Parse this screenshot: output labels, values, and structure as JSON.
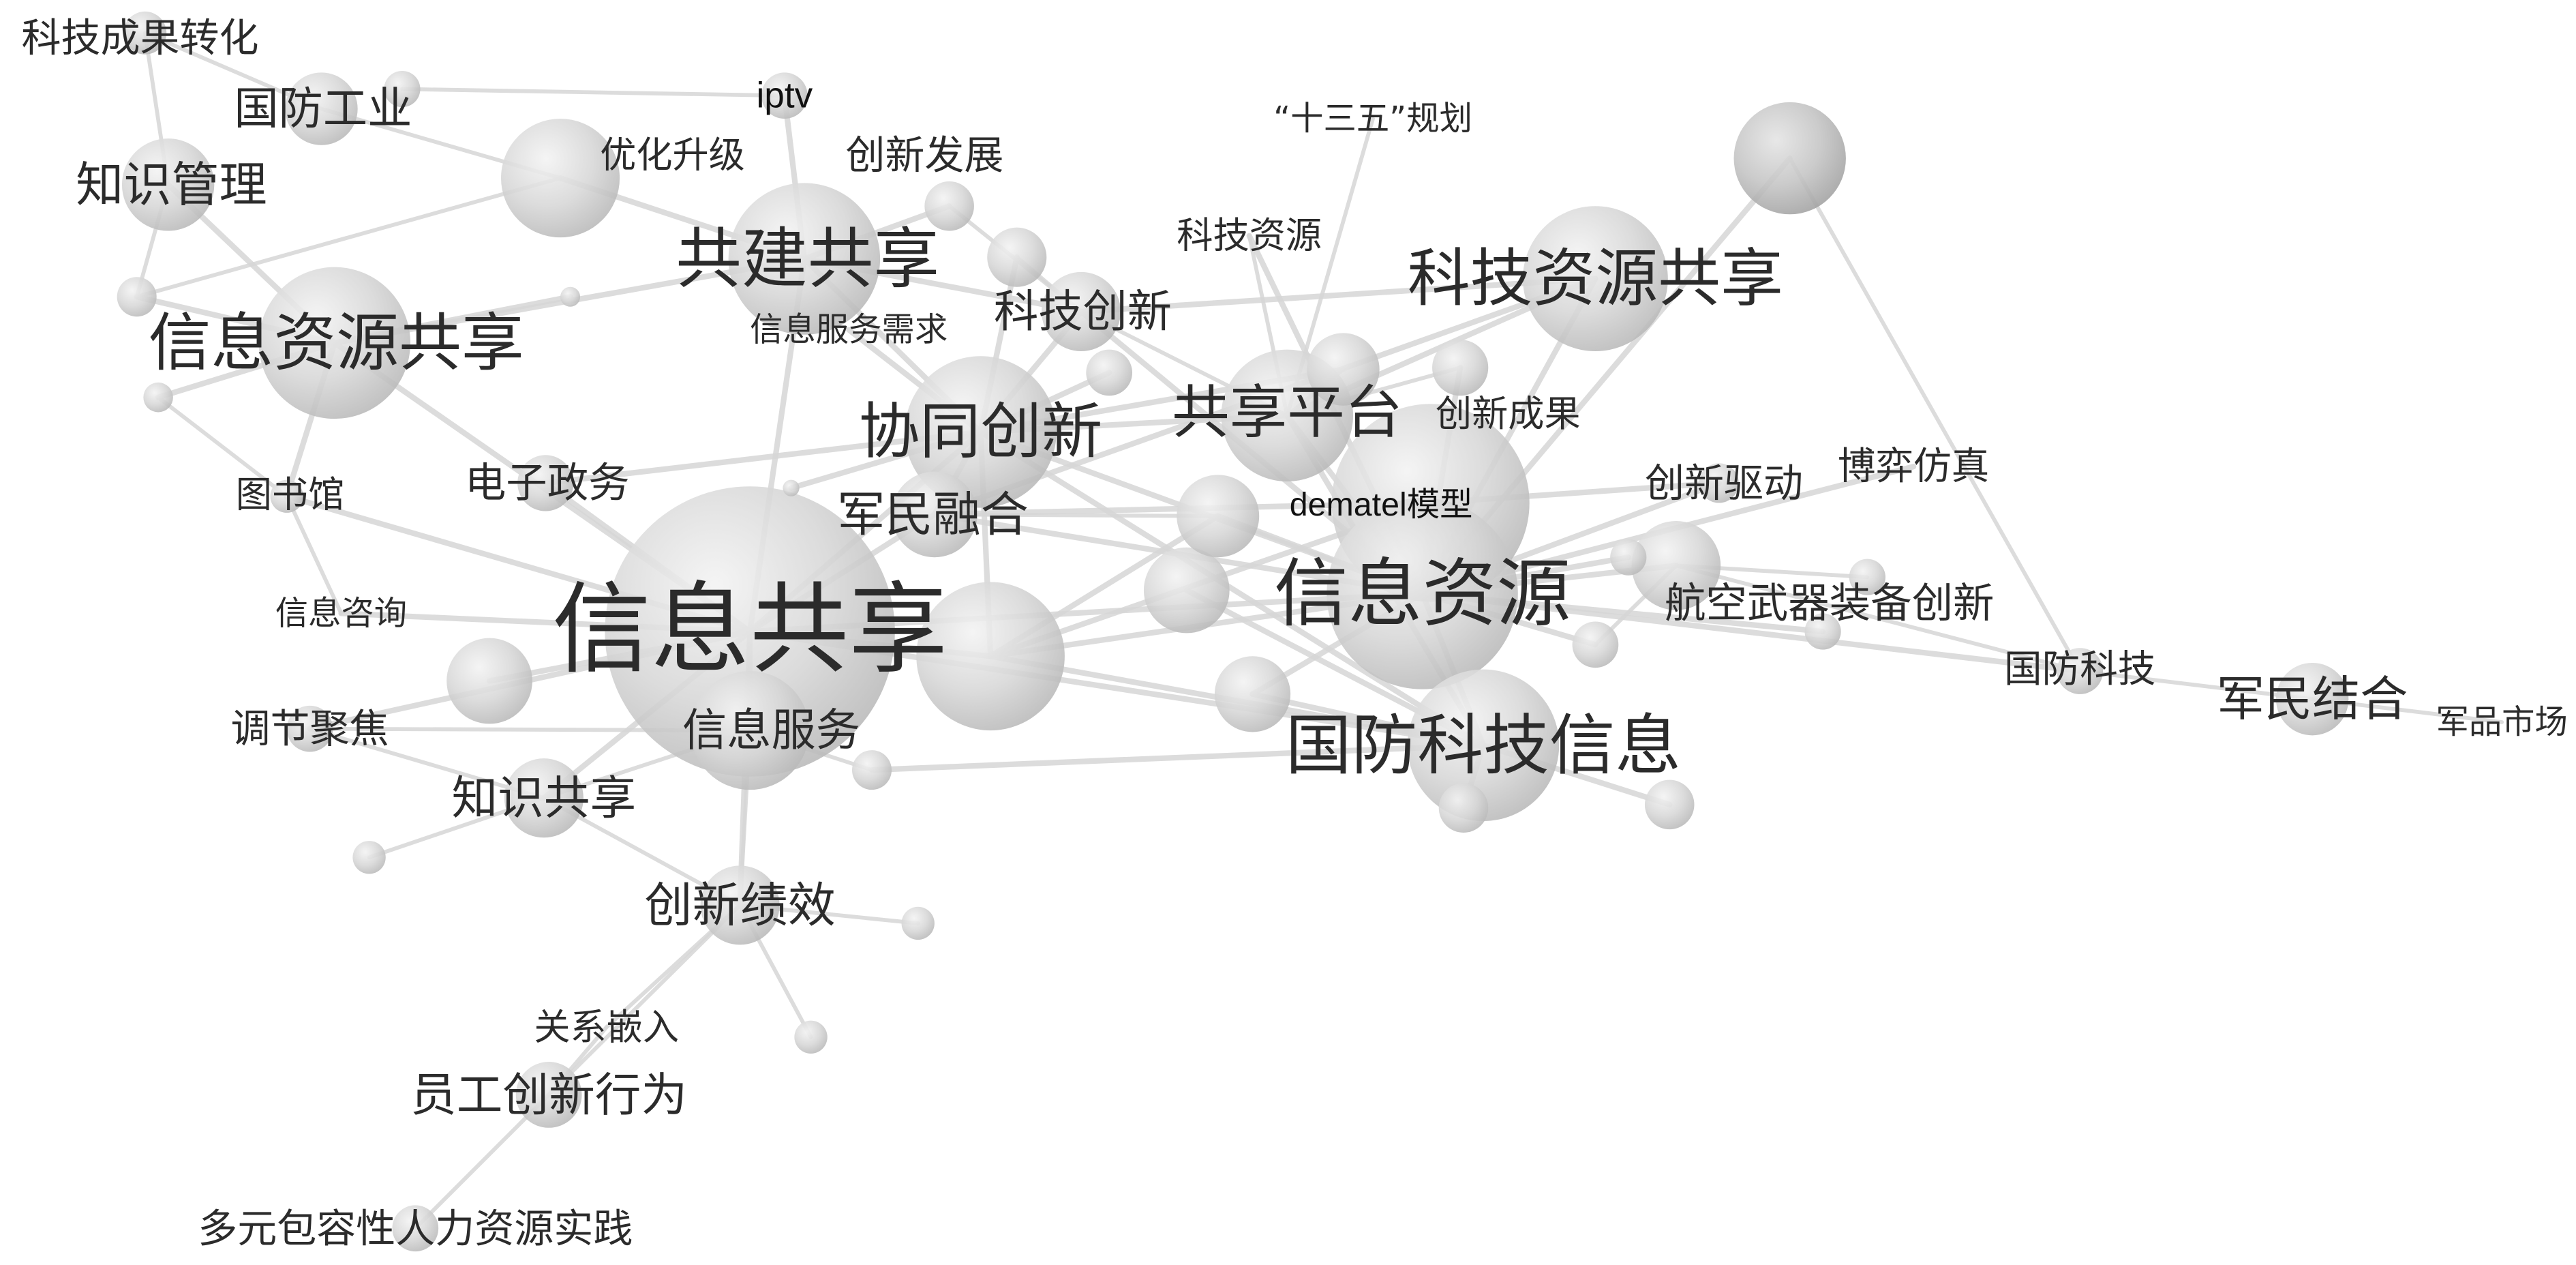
{
  "diagram": {
    "nodes": [
      {
        "id": "n1",
        "label": "科技成果转化"
      },
      {
        "id": "n2",
        "label": "国防工业"
      },
      {
        "id": "n3",
        "label": "知识管理"
      },
      {
        "id": "n4",
        "label": "iptv"
      },
      {
        "id": "n5",
        "label": "优化升级"
      },
      {
        "id": "n6",
        "label": "创新发展"
      },
      {
        "id": "n7",
        "label": "“十三五”规划"
      },
      {
        "id": "n8",
        "label": "科技资源"
      },
      {
        "id": "n9",
        "label": "共建共享"
      },
      {
        "id": "n10",
        "label": "科技资源共享"
      },
      {
        "id": "n11",
        "label": "信息服务需求"
      },
      {
        "id": "n12",
        "label": "科技创新"
      },
      {
        "id": "n13",
        "label": "信息资源共享"
      },
      {
        "id": "n14",
        "label": "共享平台"
      },
      {
        "id": "n15",
        "label": "创新成果"
      },
      {
        "id": "n16",
        "label": "协同创新"
      },
      {
        "id": "n17",
        "label": "图书馆"
      },
      {
        "id": "n18",
        "label": "电子政务"
      },
      {
        "id": "n19",
        "label": "军民融合"
      },
      {
        "id": "n20",
        "label": "dematel模型"
      },
      {
        "id": "n21",
        "label": "创新驱动"
      },
      {
        "id": "n22",
        "label": "博弈仿真"
      },
      {
        "id": "n23",
        "label": "信息资源"
      },
      {
        "id": "n24",
        "label": "航空武器装备创新"
      },
      {
        "id": "n25",
        "label": "信息咨询"
      },
      {
        "id": "n26",
        "label": "信息共享"
      },
      {
        "id": "n27",
        "label": "国防科技"
      },
      {
        "id": "n28",
        "label": "军民结合"
      },
      {
        "id": "n29",
        "label": "军品市场"
      },
      {
        "id": "n30",
        "label": "调节聚焦"
      },
      {
        "id": "n31",
        "label": "信息服务"
      },
      {
        "id": "n32",
        "label": "国防科技信息"
      },
      {
        "id": "n33",
        "label": "知识共享"
      },
      {
        "id": "n34",
        "label": "创新绩效"
      },
      {
        "id": "n35",
        "label": "关系嵌入"
      },
      {
        "id": "n36",
        "label": "员工创新行为"
      },
      {
        "id": "n37",
        "label": "多元包容性人力资源实践"
      },
      {
        "id": "n38",
        "label": ""
      },
      {
        "id": "n39",
        "label": ""
      },
      {
        "id": "n40",
        "label": ""
      },
      {
        "id": "n41",
        "label": ""
      },
      {
        "id": "n42",
        "label": ""
      },
      {
        "id": "n43",
        "label": ""
      },
      {
        "id": "n44",
        "label": ""
      },
      {
        "id": "n45",
        "label": ""
      },
      {
        "id": "n46",
        "label": ""
      },
      {
        "id": "n47",
        "label": ""
      },
      {
        "id": "n48",
        "label": ""
      },
      {
        "id": "n49",
        "label": ""
      },
      {
        "id": "n50",
        "label": ""
      },
      {
        "id": "n51",
        "label": ""
      },
      {
        "id": "n52",
        "label": ""
      },
      {
        "id": "n53",
        "label": ""
      },
      {
        "id": "n54",
        "label": ""
      },
      {
        "id": "n55",
        "label": ""
      },
      {
        "id": "n56",
        "label": ""
      },
      {
        "id": "n57",
        "label": ""
      },
      {
        "id": "n58",
        "label": ""
      },
      {
        "id": "n59",
        "label": ""
      },
      {
        "id": "n60",
        "label": ""
      },
      {
        "id": "n61",
        "label": ""
      }
    ],
    "edges": [
      [
        "n1",
        "n3"
      ],
      [
        "n1",
        "n2"
      ],
      [
        "n2",
        "n5"
      ],
      [
        "n3",
        "n13"
      ],
      [
        "n3",
        "n38"
      ],
      [
        "n38",
        "n13"
      ],
      [
        "n38",
        "n5"
      ],
      [
        "n5",
        "n9"
      ],
      [
        "n4",
        "n9"
      ],
      [
        "n4",
        "n41"
      ],
      [
        "n6",
        "n9"
      ],
      [
        "n6",
        "n12"
      ],
      [
        "n9",
        "n12"
      ],
      [
        "n9",
        "n16"
      ],
      [
        "n9",
        "n26"
      ],
      [
        "n11",
        "n16"
      ],
      [
        "n12",
        "n14"
      ],
      [
        "n12",
        "n16"
      ],
      [
        "n12",
        "n23"
      ],
      [
        "n7",
        "n14"
      ],
      [
        "n8",
        "n14"
      ],
      [
        "n8",
        "n23"
      ],
      [
        "n10",
        "n14"
      ],
      [
        "n10",
        "n23"
      ],
      [
        "n10",
        "n12"
      ],
      [
        "n10",
        "n19"
      ],
      [
        "n39",
        "n14"
      ],
      [
        "n39",
        "n16"
      ],
      [
        "n14",
        "n16"
      ],
      [
        "n14",
        "n15"
      ],
      [
        "n14",
        "n23"
      ],
      [
        "n14",
        "n32"
      ],
      [
        "n15",
        "n23"
      ],
      [
        "n16",
        "n19"
      ],
      [
        "n16",
        "n26"
      ],
      [
        "n16",
        "n23"
      ],
      [
        "n16",
        "n32"
      ],
      [
        "n19",
        "n23"
      ],
      [
        "n19",
        "n26"
      ],
      [
        "n19",
        "n20"
      ],
      [
        "n20",
        "n23"
      ],
      [
        "n20",
        "n21"
      ],
      [
        "n21",
        "n23"
      ],
      [
        "n22",
        "n23"
      ],
      [
        "n23",
        "n24"
      ],
      [
        "n23",
        "n32"
      ],
      [
        "n23",
        "n27"
      ],
      [
        "n24",
        "n27"
      ],
      [
        "n27",
        "n28"
      ],
      [
        "n28",
        "n29"
      ],
      [
        "n13",
        "n26"
      ],
      [
        "n13",
        "n17"
      ],
      [
        "n13",
        "n44"
      ],
      [
        "n13",
        "n9"
      ],
      [
        "n13",
        "n43"
      ],
      [
        "n44",
        "n17"
      ],
      [
        "n17",
        "n25"
      ],
      [
        "n17",
        "n26"
      ],
      [
        "n18",
        "n26"
      ],
      [
        "n18",
        "n16"
      ],
      [
        "n25",
        "n26"
      ],
      [
        "n26",
        "n40"
      ],
      [
        "n26",
        "n31"
      ],
      [
        "n26",
        "n30"
      ],
      [
        "n26",
        "n33"
      ],
      [
        "n26",
        "n23"
      ],
      [
        "n26",
        "n32"
      ],
      [
        "n26",
        "n34"
      ],
      [
        "n30",
        "n33"
      ],
      [
        "n30",
        "n31"
      ],
      [
        "n31",
        "n33"
      ],
      [
        "n31",
        "n34"
      ],
      [
        "n31",
        "n48"
      ],
      [
        "n40",
        "n23"
      ],
      [
        "n40",
        "n16"
      ],
      [
        "n40",
        "n32"
      ],
      [
        "n40",
        "n20"
      ],
      [
        "n40",
        "n45"
      ],
      [
        "n45",
        "n19"
      ],
      [
        "n45",
        "n23"
      ],
      [
        "n46",
        "n32"
      ],
      [
        "n46",
        "n23"
      ],
      [
        "n32",
        "n47"
      ],
      [
        "n32",
        "n49"
      ],
      [
        "n33",
        "n34"
      ],
      [
        "n34",
        "n35"
      ],
      [
        "n34",
        "n36"
      ],
      [
        "n34",
        "n50"
      ],
      [
        "n34",
        "n51"
      ],
      [
        "n35",
        "n36"
      ],
      [
        "n36",
        "n37"
      ],
      [
        "n52",
        "n33"
      ],
      [
        "n48",
        "n32"
      ],
      [
        "n53",
        "n16"
      ],
      [
        "n42",
        "n12"
      ],
      [
        "n42",
        "n16"
      ],
      [
        "n54",
        "n16"
      ],
      [
        "n55",
        "n23"
      ],
      [
        "n55",
        "n24"
      ],
      [
        "n56",
        "n24"
      ],
      [
        "n57",
        "n23"
      ],
      [
        "n58",
        "n32"
      ],
      [
        "n59",
        "n23"
      ],
      [
        "n60",
        "n23"
      ],
      [
        "n61",
        "n26"
      ],
      [
        "n59",
        "n27"
      ]
    ]
  }
}
